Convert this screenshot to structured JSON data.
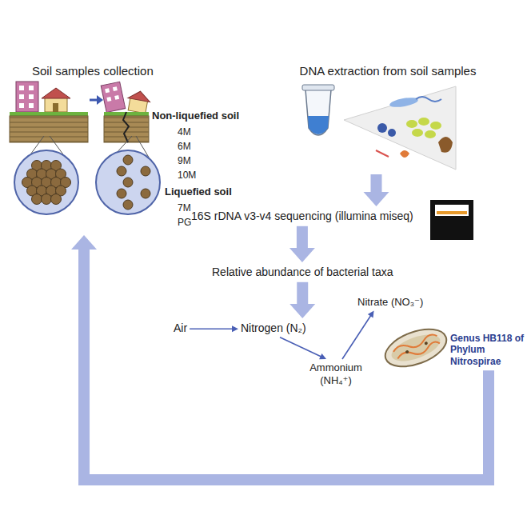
{
  "diagram": {
    "nodes": [
      {
        "text": [
          "Soil samples collection"
        ]
      },
      {
        "text": [
          "DNA extraction from soil samples"
        ]
      },
      {
        "text": [
          "16S rDNA v3-v4 sequencing (illumina miseq)"
        ]
      },
      {
        "text": [
          "Relative abundance of bacterial taxa"
        ]
      },
      {
        "text": [
          "Air"
        ]
      },
      {
        "text": [
          "Nitrogen (N₂)"
        ]
      },
      {
        "text": [
          "Ammonium (NH₄⁺)"
        ]
      },
      {
        "text": [
          "Nitrate (NO₃⁻)"
        ]
      },
      {
        "text": [
          "Genus HB118 of Phylum Nitrospirae"
        ]
      }
    ],
    "edges": [
      {
        "from": 1,
        "to": 2,
        "arrow": "to"
      },
      {
        "from": 2,
        "to": 3,
        "arrow": "to"
      },
      {
        "from": 3,
        "to": 5,
        "arrow": "to"
      },
      {
        "from": 4,
        "to": 5,
        "arrow": "to"
      },
      {
        "from": 5,
        "to": 6,
        "arrow": "to"
      },
      {
        "from": 6,
        "to": 7,
        "arrow": "to"
      },
      {
        "from": 8,
        "to": 0,
        "arrow": "to"
      }
    ],
    "labels": [
      "Non-liquefied soil",
      "4M",
      "6M",
      "9M",
      "10M",
      "Liquefied soil",
      "7M",
      "PG"
    ]
  }
}
